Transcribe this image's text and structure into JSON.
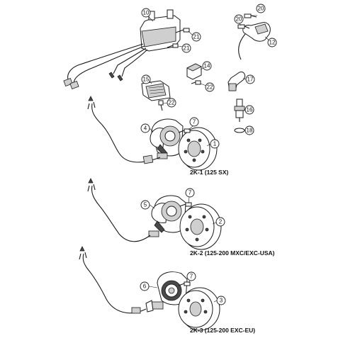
{
  "diagram": {
    "callouts": [
      "1",
      "2",
      "3",
      "4",
      "5",
      "6",
      "7",
      "7",
      "7",
      "10",
      "12",
      "14",
      "15",
      "16",
      "17",
      "18",
      "20",
      "20",
      "21",
      "21",
      "22",
      "22"
    ],
    "variants": [
      "2K-1  (125 SX)",
      "2K-2  (125-200 MXC/EXC-USA)",
      "2K-3  (125-200 EXC-EU)"
    ]
  }
}
